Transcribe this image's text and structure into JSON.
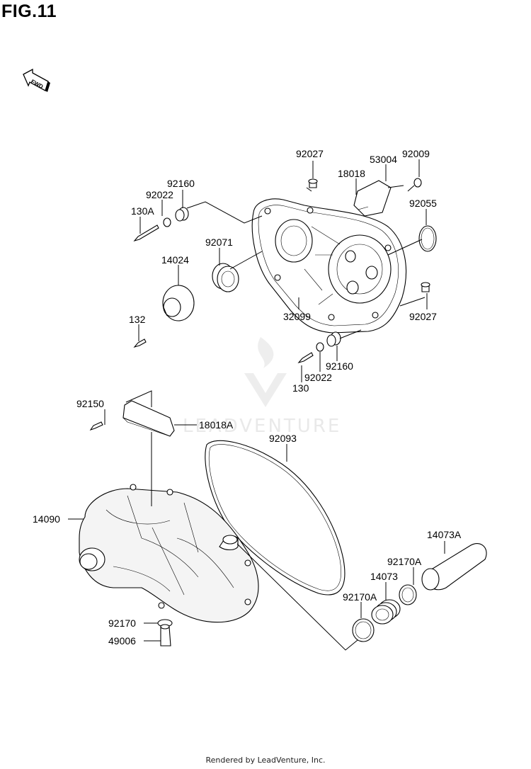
{
  "figure": {
    "title": "FIG.11",
    "direction_marker": "FWD",
    "watermark": "LEADVENTURE",
    "footer": "Rendered by LeadVenture, Inc."
  },
  "parts": [
    {
      "id": "p-92027-top",
      "number": "92027"
    },
    {
      "id": "p-53004",
      "number": "53004"
    },
    {
      "id": "p-92009",
      "number": "92009"
    },
    {
      "id": "p-18018",
      "number": "18018"
    },
    {
      "id": "p-92055",
      "number": "92055"
    },
    {
      "id": "p-92160-top",
      "number": "92160"
    },
    {
      "id": "p-92022-top",
      "number": "92022"
    },
    {
      "id": "p-130A",
      "number": "130A"
    },
    {
      "id": "p-92071",
      "number": "92071"
    },
    {
      "id": "p-14024",
      "number": "14024"
    },
    {
      "id": "p-32099",
      "number": "32099"
    },
    {
      "id": "p-92027-right",
      "number": "92027"
    },
    {
      "id": "p-132",
      "number": "132"
    },
    {
      "id": "p-92160-bot",
      "number": "92160"
    },
    {
      "id": "p-92022-bot",
      "number": "92022"
    },
    {
      "id": "p-130",
      "number": "130"
    },
    {
      "id": "p-92150",
      "number": "92150"
    },
    {
      "id": "p-18018A",
      "number": "18018A"
    },
    {
      "id": "p-92093",
      "number": "92093"
    },
    {
      "id": "p-14090",
      "number": "14090"
    },
    {
      "id": "p-14073A",
      "number": "14073A"
    },
    {
      "id": "p-92170A-right",
      "number": "92170A"
    },
    {
      "id": "p-14073",
      "number": "14073"
    },
    {
      "id": "p-92170A-left",
      "number": "92170A"
    },
    {
      "id": "p-92170",
      "number": "92170"
    },
    {
      "id": "p-49006",
      "number": "49006"
    }
  ]
}
